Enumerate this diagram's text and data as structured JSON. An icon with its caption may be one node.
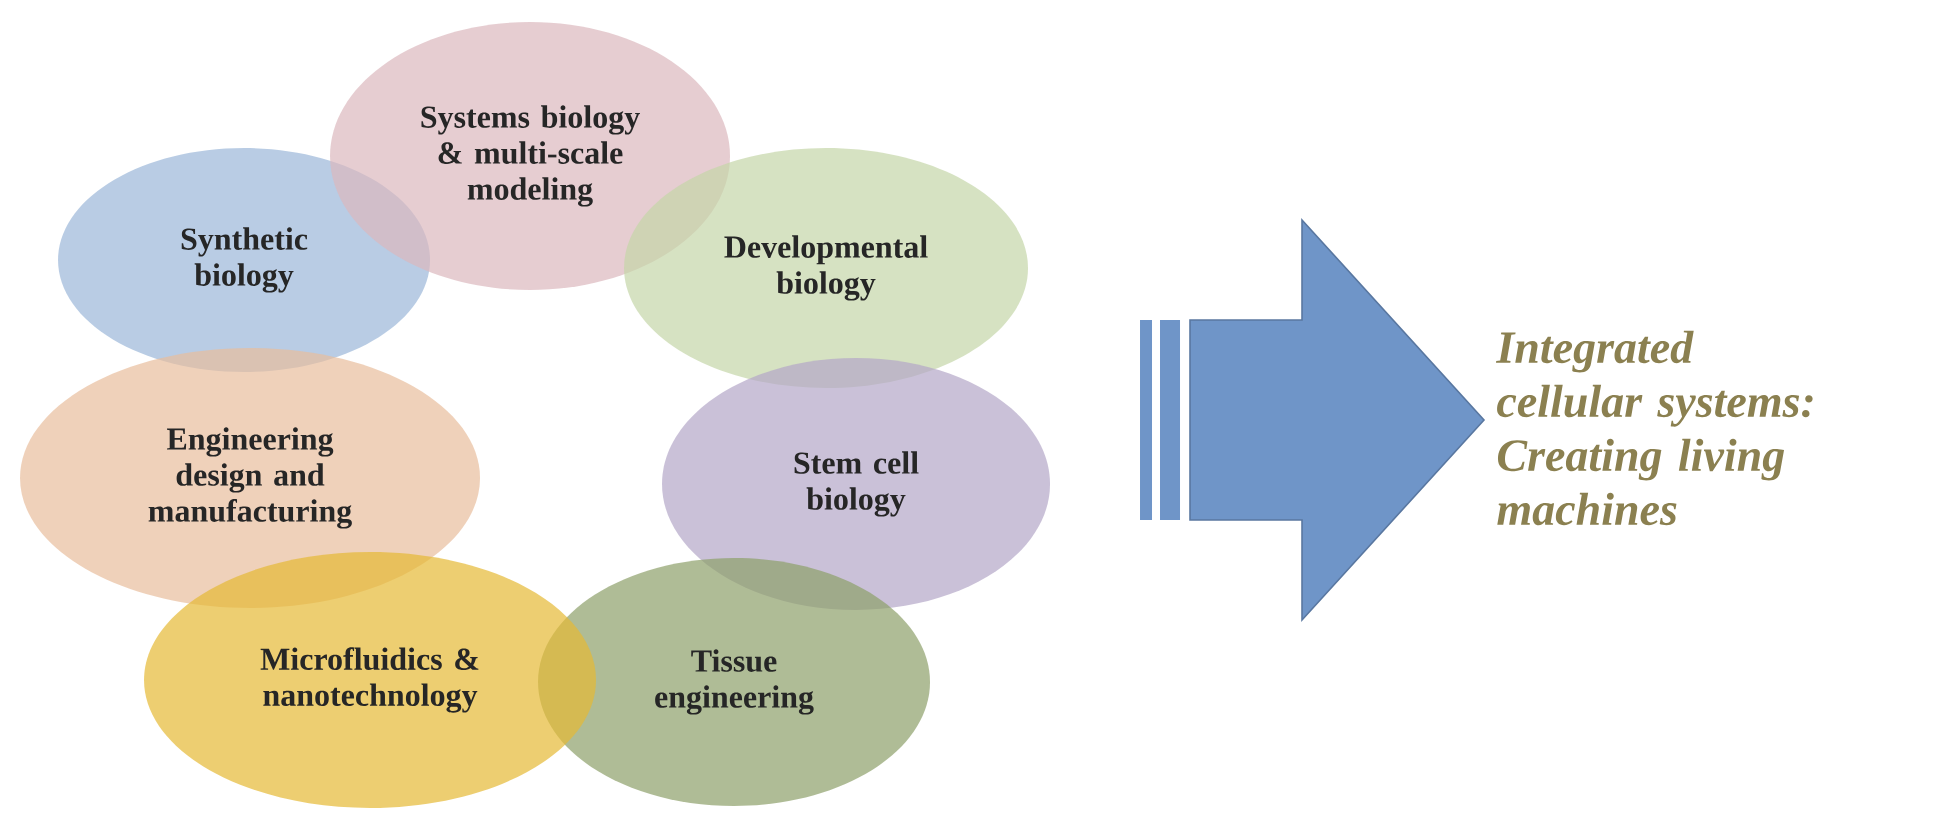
{
  "diagram": {
    "nodes": [
      {
        "text": [
          "Systems biology & multi-scale modeling"
        ]
      },
      {
        "text": [
          "Synthetic biology"
        ]
      },
      {
        "text": [
          "Developmental biology"
        ]
      },
      {
        "text": [
          "Engineering design and manufacturing"
        ]
      },
      {
        "text": [
          "Stem cell biology"
        ]
      },
      {
        "text": [
          "Microfluidics & nanotechnology"
        ]
      },
      {
        "text": [
          "Tissue engineering"
        ]
      },
      {
        "text": [
          "Integrated cellular systems: Creating living machines"
        ]
      }
    ],
    "edges": [
      {
        "from": null,
        "to": 7,
        "arrow": "to"
      }
    ]
  }
}
